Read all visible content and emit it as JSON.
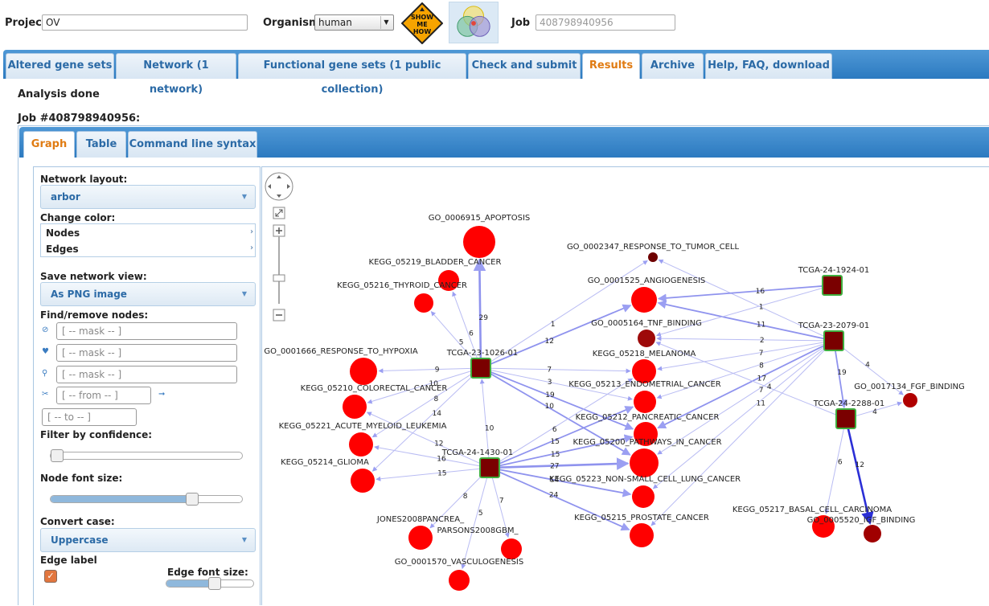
{
  "header": {
    "project_label": "Project",
    "project_value": "OV",
    "organism_label": "Organism",
    "organism_value": "human",
    "showme_lines": [
      "SHOW",
      "ME",
      "HOW"
    ],
    "job_label": "Job",
    "job_placeholder": "408798940956"
  },
  "main_tabs": [
    {
      "label": "Altered gene sets",
      "active": false
    },
    {
      "label": "Network (1 network)",
      "active": false
    },
    {
      "label": "Functional gene sets (1 public collection)",
      "active": false
    },
    {
      "label": "Check and submit",
      "active": false
    },
    {
      "label": "Results",
      "active": true
    },
    {
      "label": "Archive",
      "active": false
    },
    {
      "label": "Help, FAQ, download",
      "active": false
    }
  ],
  "status": "Analysis done",
  "job_line": "Job #408798940956:",
  "sub_tabs": [
    {
      "label": "Graph",
      "active": true
    },
    {
      "label": "Table",
      "active": false
    },
    {
      "label": "Command line syntax",
      "active": false
    }
  ],
  "panel": {
    "layout_label": "Network layout:",
    "layout_value": "arbor",
    "color_label": "Change color:",
    "color_nodes": "Nodes",
    "color_edges": "Edges",
    "save_label": "Save network view:",
    "save_value": "As PNG image",
    "find_label": "Find/remove nodes:",
    "mask_placeholder": "[ -- mask -- ]",
    "from_placeholder": "[ -- from -- ]",
    "to_placeholder": "[ -- to -- ]",
    "confidence_label": "Filter by confidence:",
    "confidence_value": 0.0,
    "font_label": "Node font size:",
    "font_value": 0.75,
    "case_label": "Convert case:",
    "case_value": "Uppercase",
    "edge_label_label": "Edge label",
    "edge_label_checked": true,
    "edge_font_label": "Edge font size:",
    "edge_font_value": 0.55
  },
  "graph": {
    "nodes": [
      {
        "id": "apoptosis",
        "label": "GO_0006915_APOPTOSIS",
        "shape": "circle",
        "color": "#ff0000"
      },
      {
        "id": "bladder",
        "label": "KEGG_05219_BLADDER_CANCER",
        "shape": "circle",
        "color": "#ff0000"
      },
      {
        "id": "thyroid",
        "label": "KEGG_05216_THYROID_CANCER",
        "shape": "circle",
        "color": "#ff0000"
      },
      {
        "id": "hypoxia",
        "label": "GO_0001666_RESPONSE_TO_HYPOXIA",
        "shape": "circle",
        "color": "#ff0000"
      },
      {
        "id": "colorectal",
        "label": "KEGG_05210_COLORECTAL_CANCER",
        "shape": "circle",
        "color": "#ff0000"
      },
      {
        "id": "aml",
        "label": "KEGG_05221_ACUTE_MYELOID_LEUKEMIA",
        "shape": "circle",
        "color": "#ff0000"
      },
      {
        "id": "glioma",
        "label": "KEGG_05214_GLIOMA",
        "shape": "circle",
        "color": "#ff0000"
      },
      {
        "id": "jones",
        "label": "JONES2008PANCREA_",
        "shape": "circle",
        "color": "#ff0000"
      },
      {
        "id": "parsons",
        "label": "PARSONS2008GBM_",
        "shape": "circle",
        "color": "#ff0000"
      },
      {
        "id": "vasculo",
        "label": "GO_0001570_VASCULOGENESIS",
        "shape": "circle",
        "color": "#ff0000"
      },
      {
        "id": "tumorcell",
        "label": "GO_0002347_RESPONSE_TO_TUMOR_CELL",
        "shape": "circle",
        "color": "#6e0000"
      },
      {
        "id": "angio",
        "label": "GO_0001525_ANGIOGENESIS",
        "shape": "circle",
        "color": "#ff0000"
      },
      {
        "id": "tnf",
        "label": "GO_0005164_TNF_BINDING",
        "shape": "circle",
        "color": "#9e0a0a"
      },
      {
        "id": "melanoma",
        "label": "KEGG_05218_MELANOMA",
        "shape": "circle",
        "color": "#ff0000"
      },
      {
        "id": "endometrial",
        "label": "KEGG_05213_ENDOMETRIAL_CANCER",
        "shape": "circle",
        "color": "#ff0000"
      },
      {
        "id": "pancreatic",
        "label": "KEGG_05212_PANCREATIC_CANCER",
        "shape": "circle",
        "color": "#ff0000"
      },
      {
        "id": "pathways",
        "label": "KEGG_05200_PATHWAYS_IN_CANCER",
        "shape": "circle",
        "color": "#ff0000"
      },
      {
        "id": "nsclc",
        "label": "KEGG_05223_NON-SMALL_CELL_LUNG_CANCER",
        "shape": "circle",
        "color": "#ff0000"
      },
      {
        "id": "prostate",
        "label": "KEGG_05215_PROSTATE_CANCER",
        "shape": "circle",
        "color": "#ff0000"
      },
      {
        "id": "fgf",
        "label": "GO_0017134_FGF_BINDING",
        "shape": "circle",
        "color": "#b00000"
      },
      {
        "id": "basal",
        "label": "KEGG_05217_BASAL_CELL_CARCINOMA",
        "shape": "circle",
        "color": "#ff0000"
      },
      {
        "id": "igf",
        "label": "GO_0005520_IGF_BINDING",
        "shape": "circle",
        "color": "#a00000"
      },
      {
        "id": "t1026",
        "label": "TCGA-23-1026-01",
        "shape": "square",
        "color": "#7a0000"
      },
      {
        "id": "t1430",
        "label": "TCGA-24-1430-01",
        "shape": "square",
        "color": "#7a0000"
      },
      {
        "id": "t1924",
        "label": "TCGA-24-1924-01",
        "shape": "square",
        "color": "#7a0000"
      },
      {
        "id": "t2079",
        "label": "TCGA-23-2079-01",
        "shape": "square",
        "color": "#7a0000"
      },
      {
        "id": "t2288",
        "label": "TCGA-24-2288-01",
        "shape": "square",
        "color": "#7a0000"
      }
    ],
    "edges": [
      {
        "from": "t1026",
        "to": "apoptosis",
        "label": "29",
        "weight": 3
      },
      {
        "from": "t1026",
        "to": "bladder",
        "label": "6",
        "weight": 1
      },
      {
        "from": "t1026",
        "to": "thyroid",
        "label": "5",
        "weight": 1
      },
      {
        "from": "t1026",
        "to": "hypoxia",
        "label": "9",
        "weight": 1
      },
      {
        "from": "t1026",
        "to": "colorectal",
        "label": "10",
        "weight": 1
      },
      {
        "from": "t1026",
        "to": "aml",
        "label": "8",
        "weight": 1
      },
      {
        "from": "t1026",
        "to": "angio",
        "label": "12",
        "weight": 2
      },
      {
        "from": "t1026",
        "to": "tumorcell",
        "label": "1",
        "weight": 1
      },
      {
        "from": "t1026",
        "to": "melanoma",
        "label": "7",
        "weight": 1
      },
      {
        "from": "t1026",
        "to": "endometrial",
        "label": "3",
        "weight": 1
      },
      {
        "from": "t1026",
        "to": "pancreatic",
        "label": "19",
        "weight": 2
      },
      {
        "from": "t1026",
        "to": "pathways",
        "label": "10",
        "weight": 2
      },
      {
        "from": "t1026",
        "to": "glioma",
        "label": "14",
        "weight": 1
      },
      {
        "from": "t1430",
        "to": "aml",
        "label": "16",
        "weight": 1
      },
      {
        "from": "t1430",
        "to": "glioma",
        "label": "15",
        "weight": 1
      },
      {
        "from": "t1430",
        "to": "colorectal",
        "label": "12",
        "weight": 1
      },
      {
        "from": "t1430",
        "to": "jones",
        "label": "8",
        "weight": 1
      },
      {
        "from": "t1430",
        "to": "vasculo",
        "label": "5",
        "weight": 1
      },
      {
        "from": "t1430",
        "to": "parsons",
        "label": "7",
        "weight": 1
      },
      {
        "from": "t1430",
        "to": "pathways",
        "label": "27",
        "weight": 3
      },
      {
        "from": "t1430",
        "to": "prostate",
        "label": "24",
        "weight": 2
      },
      {
        "from": "t1430",
        "to": "nsclc",
        "label": "14",
        "weight": 2
      },
      {
        "from": "t1430",
        "to": "pancreatic",
        "label": "15",
        "weight": 2
      },
      {
        "from": "t1430",
        "to": "melanoma",
        "label": "6",
        "weight": 1
      },
      {
        "from": "t1430",
        "to": "endometrial",
        "label": "15",
        "weight": 2
      },
      {
        "from": "t1430",
        "to": "t1026",
        "label": "10",
        "weight": 1
      },
      {
        "from": "t2079",
        "to": "angio",
        "label": "11",
        "weight": 2
      },
      {
        "from": "t2079",
        "to": "tnf",
        "label": "2",
        "weight": 1
      },
      {
        "from": "t2079",
        "to": "melanoma",
        "label": "7",
        "weight": 1
      },
      {
        "from": "t2079",
        "to": "endometrial",
        "label": "8",
        "weight": 1
      },
      {
        "from": "t2079",
        "to": "pancreatic",
        "label": "17",
        "weight": 2
      },
      {
        "from": "t2079",
        "to": "pathways",
        "label": "7",
        "weight": 1
      },
      {
        "from": "t2079",
        "to": "nsclc",
        "label": "11",
        "weight": 1
      },
      {
        "from": "t2079",
        "to": "tumorcell",
        "label": "",
        "weight": 1
      },
      {
        "from": "t2079",
        "to": "fgf",
        "label": "4",
        "weight": 1
      },
      {
        "from": "t2079",
        "to": "t2288",
        "label": "19",
        "weight": 2
      },
      {
        "from": "t2079",
        "to": "prostate",
        "label": "",
        "weight": 1
      },
      {
        "from": "t1924",
        "to": "angio",
        "label": "16",
        "weight": 2
      },
      {
        "from": "t1924",
        "to": "tnf",
        "label": "1",
        "weight": 1
      },
      {
        "from": "t2288",
        "to": "tnf",
        "label": "4",
        "weight": 1
      },
      {
        "from": "t2288",
        "to": "fgf",
        "label": "4",
        "weight": 1
      },
      {
        "from": "t2288",
        "to": "igf",
        "label": "12",
        "weight": 3,
        "dark": true
      },
      {
        "from": "t2288",
        "to": "basal",
        "label": "6",
        "weight": 1
      }
    ]
  }
}
